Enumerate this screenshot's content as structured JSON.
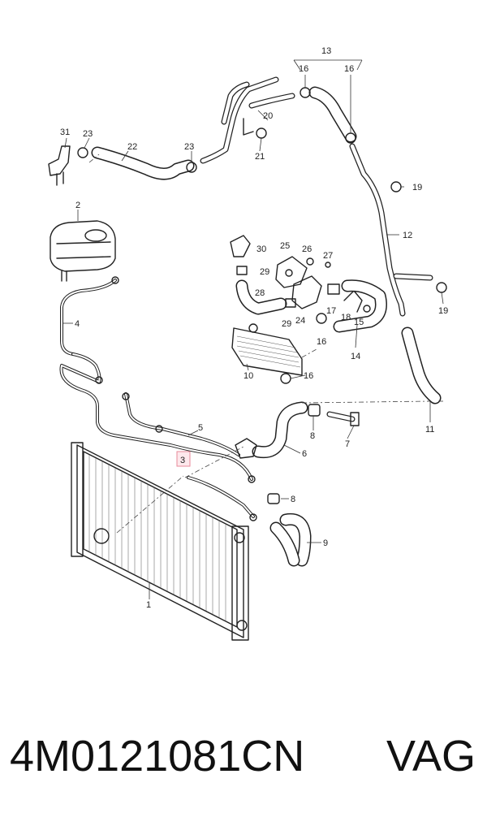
{
  "labels": {
    "l1": "1",
    "l2": "2",
    "l3": "3",
    "l4": "4",
    "l5": "5",
    "l6": "6",
    "l7": "7",
    "l8a": "8",
    "l8b": "8",
    "l9": "9",
    "l10": "10",
    "l11": "11",
    "l12": "12",
    "l13": "13",
    "l14": "14",
    "l15": "15",
    "l16a": "16",
    "l16b": "16",
    "l16c": "16",
    "l16d": "16",
    "l17": "17",
    "l18": "18",
    "l19a": "19",
    "l19b": "19",
    "l20": "20",
    "l21": "21",
    "l22": "22",
    "l23a": "23",
    "l23b": "23",
    "l24": "24",
    "l25": "25",
    "l26": "26",
    "l27": "27",
    "l28": "28",
    "l29a": "29",
    "l29b": "29",
    "l30": "30",
    "l31": "31"
  },
  "footer": {
    "part_number": "4M0121081CN",
    "brand": "VAG"
  },
  "colors": {
    "highlight_fill": "#fde8ec",
    "highlight_stroke": "#e88a9a"
  }
}
